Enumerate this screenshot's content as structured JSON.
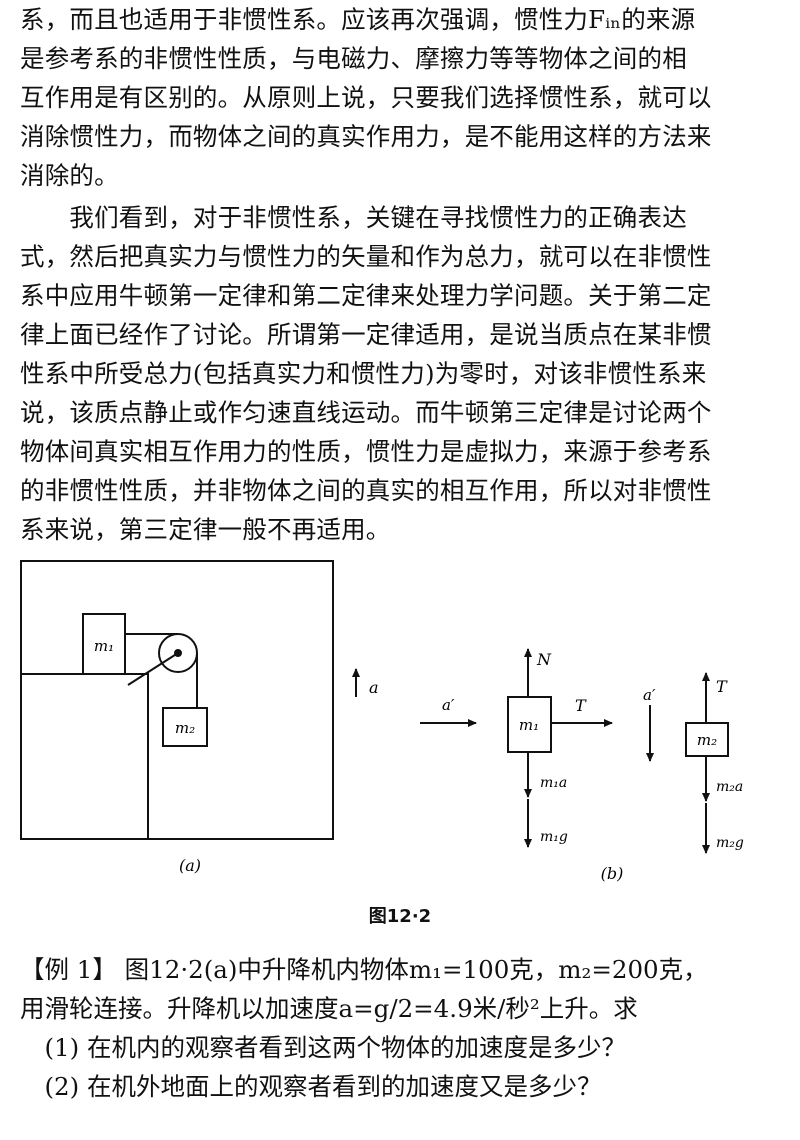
{
  "paragraph1": [
    "系，而且也适用于非惯性系。应该再次强调，惯性力Fᵢₙ的来源",
    "是参考系的非惯性性质，与电磁力、摩擦力等等物体之间的相",
    "互作用是有区别的。从原则上说，只要我们选择惯性系，就可以",
    "消除惯性力，而物体之间的真实作用力，是不能用这样的方法来",
    "消除的。"
  ],
  "paragraph2": [
    "　　我们看到，对于非惯性系，关键在寻找惯性力的正确表达",
    "式，然后把真实力与惯性力的矢量和作为总力，就可以在非惯性",
    "系中应用牛顿第一定律和第二定律来处理力学问题。关于第二定",
    "律上面已经作了讨论。所谓第一定律适用，是说当质点在某非惯",
    "性系中所受总力(包括真实力和惯性力)为零时，对该非惯性系来",
    "说，该质点静止或作匀速直线运动。而牛顿第三定律是讨论两个",
    "物体间真实相互作用力的性质，惯性力是虚拟力，来源于参考系",
    "的非惯性性质，并非物体之间的真实的相互作用，所以对非惯性",
    "系来说，第三定律一般不再适用。"
  ],
  "figure": {
    "label_m1": "m₁",
    "label_m2": "m₂",
    "label_a": "a",
    "label_a_prime_b1": "a′",
    "label_a_prime_b2": "a′",
    "label_N": "N",
    "label_T1": "T",
    "label_T2": "T",
    "label_m1_block_b": "m₁",
    "label_m2_block_b": "m₂",
    "label_m1a": "m₁a",
    "label_m1g": "m₁g",
    "label_m2a": "m₂a",
    "label_m2g": "m₂g",
    "subcaption_a": "(a)",
    "subcaption_b": "(b)",
    "caption": "图12·2"
  },
  "example": [
    "【例 1】 图12·2(a)中升降机内物体m₁=100克，m₂=200克，",
    "用滑轮连接。升降机以加速度a=g/2=4.9米/秒²上升。求",
    "　(1) 在机内的观察者看到这两个物体的加速度是多少？",
    "　(2) 在机外地面上的观察者看到的加速度又是多少？"
  ]
}
